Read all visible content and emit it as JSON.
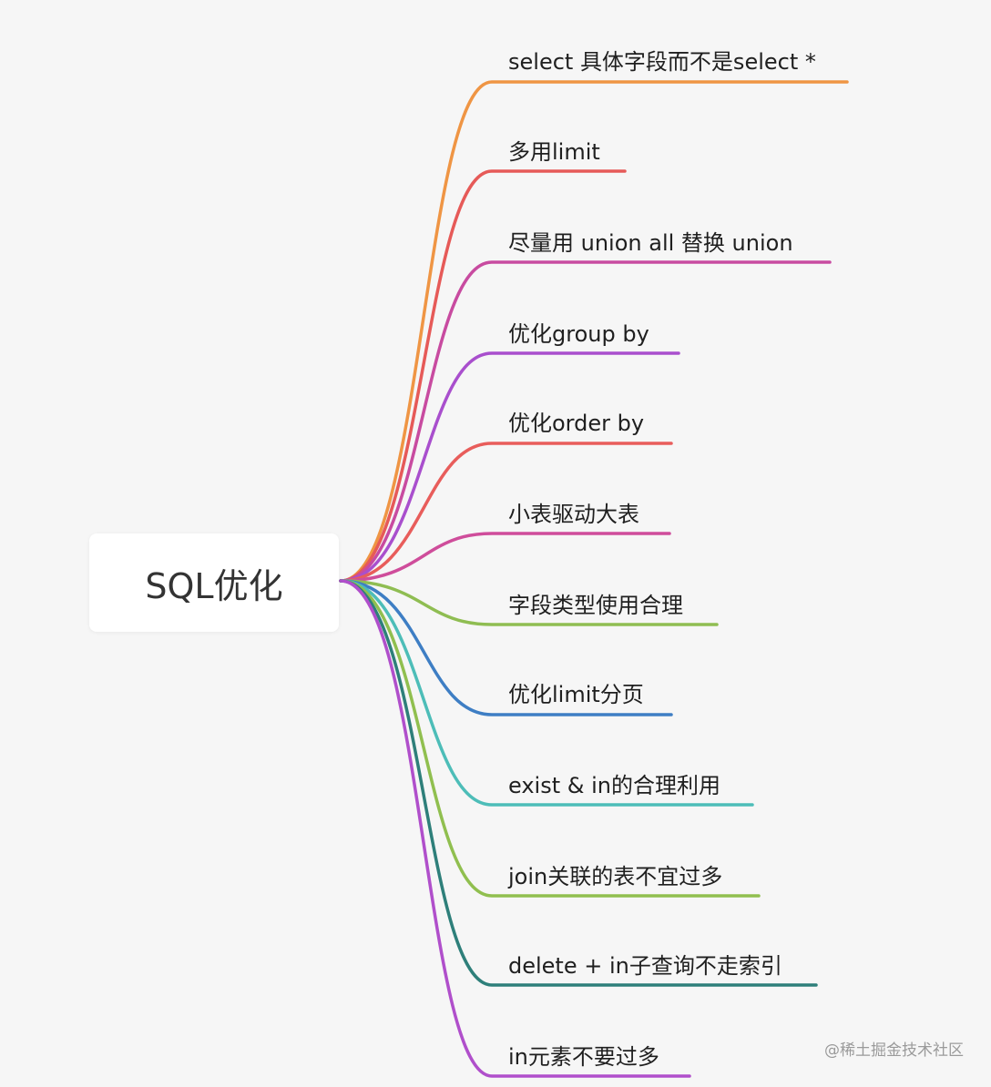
{
  "root": {
    "label": "SQL优化"
  },
  "branches": [
    {
      "label": "select 具体字段而不是select *",
      "color": "#ef9544"
    },
    {
      "label": "多用limit",
      "color": "#e65a58"
    },
    {
      "label": "尽量用 union all 替换 union",
      "color": "#c84ba0"
    },
    {
      "label": "优化group by",
      "color": "#a94fcd"
    },
    {
      "label": "优化order by",
      "color": "#e85d5b"
    },
    {
      "label": "小表驱动大表",
      "color": "#cf4d9b"
    },
    {
      "label": "字段类型使用合理",
      "color": "#8fbd52"
    },
    {
      "label": "优化limit分页",
      "color": "#3e7ec4"
    },
    {
      "label": "exist & in的合理利用",
      "color": "#4dbdb8"
    },
    {
      "label": "join关联的表不宜过多",
      "color": "#90bf4f"
    },
    {
      "label": "delete + in子查询不走索引",
      "color": "#2e7f7a"
    },
    {
      "label": "in元素不要过多",
      "color": "#b04fcb"
    }
  ],
  "watermark": "@稀土掘金技术社区"
}
